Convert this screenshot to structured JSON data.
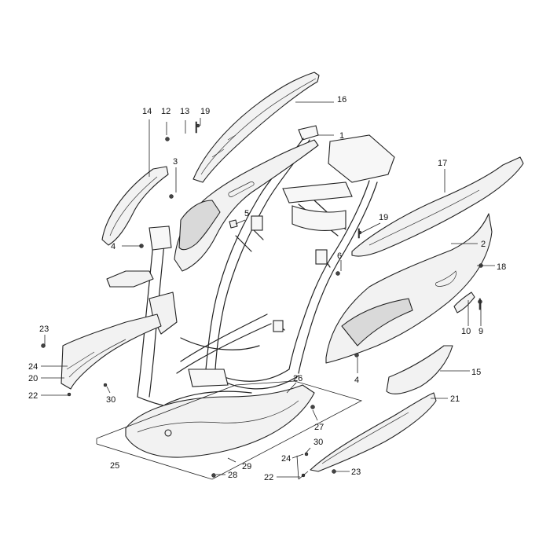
{
  "diagram": {
    "callouts": [
      {
        "id": "c1",
        "label": "1"
      },
      {
        "id": "c2",
        "label": "2"
      },
      {
        "id": "c3",
        "label": "3"
      },
      {
        "id": "c4a",
        "label": "4"
      },
      {
        "id": "c4b",
        "label": "4"
      },
      {
        "id": "c5",
        "label": "5"
      },
      {
        "id": "c6",
        "label": "6"
      },
      {
        "id": "c9",
        "label": "9"
      },
      {
        "id": "c10",
        "label": "10"
      },
      {
        "id": "c12",
        "label": "12"
      },
      {
        "id": "c13",
        "label": "13"
      },
      {
        "id": "c14",
        "label": "14"
      },
      {
        "id": "c15",
        "label": "15"
      },
      {
        "id": "c16",
        "label": "16"
      },
      {
        "id": "c17",
        "label": "17"
      },
      {
        "id": "c18",
        "label": "18"
      },
      {
        "id": "c19a",
        "label": "19"
      },
      {
        "id": "c19b",
        "label": "19"
      },
      {
        "id": "c20",
        "label": "20"
      },
      {
        "id": "c21",
        "label": "21"
      },
      {
        "id": "c22a",
        "label": "22"
      },
      {
        "id": "c22b",
        "label": "22"
      },
      {
        "id": "c23a",
        "label": "23"
      },
      {
        "id": "c23b",
        "label": "23"
      },
      {
        "id": "c24a",
        "label": "24"
      },
      {
        "id": "c24b",
        "label": "24"
      },
      {
        "id": "c25",
        "label": "25"
      },
      {
        "id": "c26",
        "label": "26"
      },
      {
        "id": "c27",
        "label": "27"
      },
      {
        "id": "c28",
        "label": "28"
      },
      {
        "id": "c29",
        "label": "29"
      },
      {
        "id": "c30a",
        "label": "30"
      },
      {
        "id": "c30b",
        "label": "30"
      }
    ]
  }
}
